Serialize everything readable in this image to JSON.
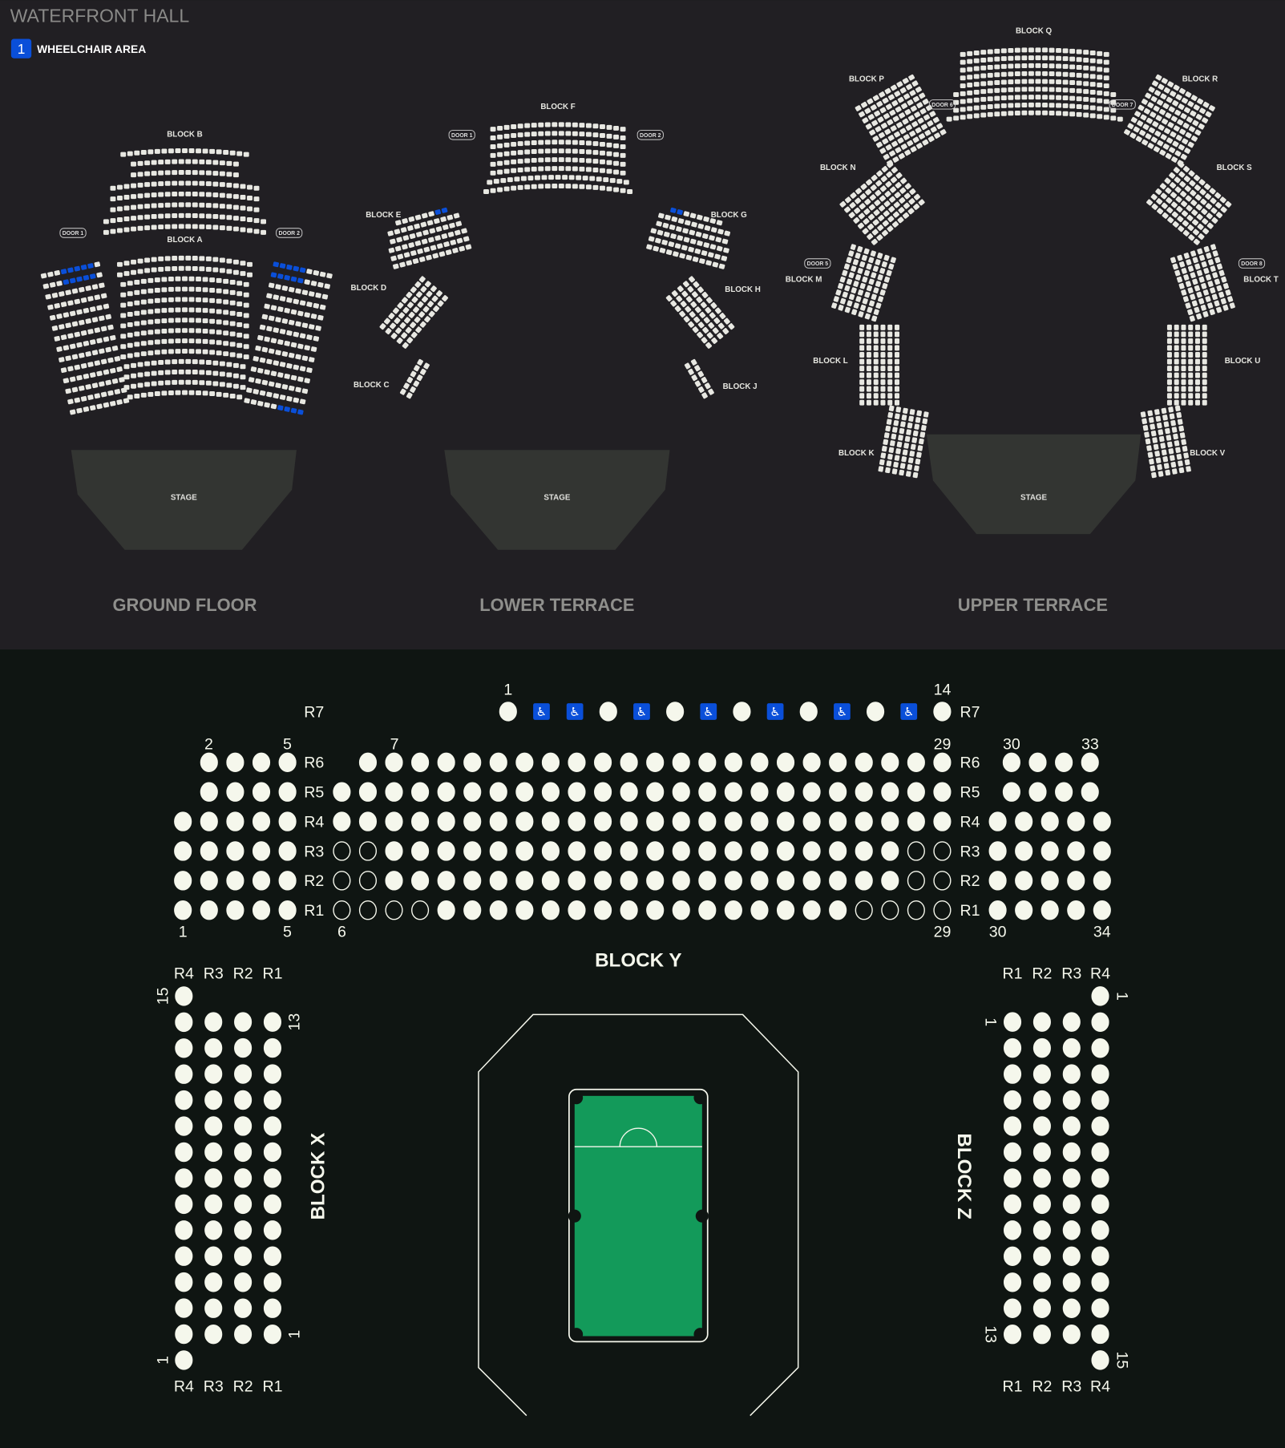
{
  "venue": {
    "title": "WATERFRONT HALL",
    "legend": {
      "number": "1",
      "label": "WHEELCHAIR AREA",
      "color": "#0a4fd9"
    }
  },
  "colors": {
    "top_background": "#211f23",
    "bottom_background": "#0f1512",
    "seat": "#f5f7ec",
    "wheelchair": "#0a4fd9",
    "stage": "#333532",
    "table_felt": "#139a5a"
  },
  "floors": {
    "ground": {
      "name": "GROUND FLOOR",
      "stage": "STAGE",
      "blocks": {
        "a": "BLOCK A",
        "b": "BLOCK B"
      },
      "doors": {
        "d1": "DOOR 1",
        "d2": "DOOR 2"
      }
    },
    "lower": {
      "name": "LOWER TERRACE",
      "stage": "STAGE",
      "blocks": {
        "c": "BLOCK C",
        "d": "BLOCK D",
        "e": "BLOCK E",
        "f": "BLOCK F",
        "g": "BLOCK G",
        "h": "BLOCK H",
        "j": "BLOCK J"
      },
      "doors": {
        "d1": "DOOR 1",
        "d2": "DOOR 2"
      }
    },
    "upper": {
      "name": "UPPER TERRACE",
      "stage": "STAGE",
      "blocks": {
        "k": "BLOCK K",
        "l": "BLOCK L",
        "m": "BLOCK M",
        "n": "BLOCK N",
        "p": "BLOCK P",
        "q": "BLOCK Q",
        "r": "BLOCK R",
        "s": "BLOCK S",
        "t": "BLOCK T",
        "u": "BLOCK U",
        "v": "BLOCK V"
      },
      "doors": {
        "d5": "DOOR 5",
        "d6": "DOOR 6",
        "d7": "DOOR 7",
        "d8": "DOOR 8"
      }
    }
  },
  "block_y": {
    "name": "BLOCK Y",
    "row_labels": {
      "r7": "R7",
      "r6": "R6",
      "r5": "R5",
      "r4": "R4",
      "r3": "R3",
      "r2": "R2",
      "r1": "R1"
    },
    "top_numbers": {
      "r7_first": "1",
      "r7_last": "14",
      "n2": "2",
      "n5": "5",
      "n7": "7",
      "n29": "29",
      "n30": "30",
      "n33": "33"
    },
    "bottom_numbers": {
      "n1": "1",
      "n5": "5",
      "n6": "6",
      "n29": "29",
      "n30": "30",
      "n34": "34"
    },
    "r7_wheelchair_seats": [
      2,
      3,
      5,
      7,
      9,
      11,
      13
    ],
    "rows": [
      {
        "label": "R6",
        "seats": [
          [
            2,
            5
          ],
          [
            7,
            29
          ],
          [
            30,
            33
          ]
        ],
        "unavailable": []
      },
      {
        "label": "R5",
        "seats": [
          [
            2,
            5
          ],
          [
            6,
            29
          ],
          [
            30,
            33
          ]
        ],
        "unavailable": []
      },
      {
        "label": "R4",
        "seats": [
          [
            1,
            5
          ],
          [
            6,
            29
          ],
          [
            30,
            34
          ]
        ],
        "unavailable": []
      },
      {
        "label": "R3",
        "seats": [
          [
            1,
            5
          ],
          [
            6,
            29
          ],
          [
            30,
            34
          ]
        ],
        "unavailable": [
          6,
          7,
          28,
          29
        ]
      },
      {
        "label": "R2",
        "seats": [
          [
            1,
            5
          ],
          [
            6,
            29
          ],
          [
            30,
            34
          ]
        ],
        "unavailable": [
          6,
          7,
          28,
          29
        ]
      },
      {
        "label": "R1",
        "seats": [
          [
            1,
            5
          ],
          [
            6,
            29
          ],
          [
            30,
            34
          ]
        ],
        "unavailable": [
          6,
          7,
          8,
          9,
          26,
          27,
          28,
          29
        ]
      }
    ]
  },
  "block_x": {
    "name": "BLOCK X",
    "columns": [
      "R4",
      "R3",
      "R2",
      "R1"
    ],
    "seat_counts": {
      "R4": 15,
      "R3": 13,
      "R2": 13,
      "R1": 13
    },
    "numbers": {
      "n15": "15",
      "n13": "13",
      "n1a": "1",
      "n1b": "1"
    }
  },
  "block_z": {
    "name": "BLOCK Z",
    "columns": [
      "R1",
      "R2",
      "R3",
      "R4"
    ],
    "seat_counts": {
      "R1": 13,
      "R2": 13,
      "R3": 13,
      "R4": 15
    },
    "numbers": {
      "n1a": "1",
      "n1b": "1",
      "n13": "13",
      "n15": "15"
    }
  }
}
